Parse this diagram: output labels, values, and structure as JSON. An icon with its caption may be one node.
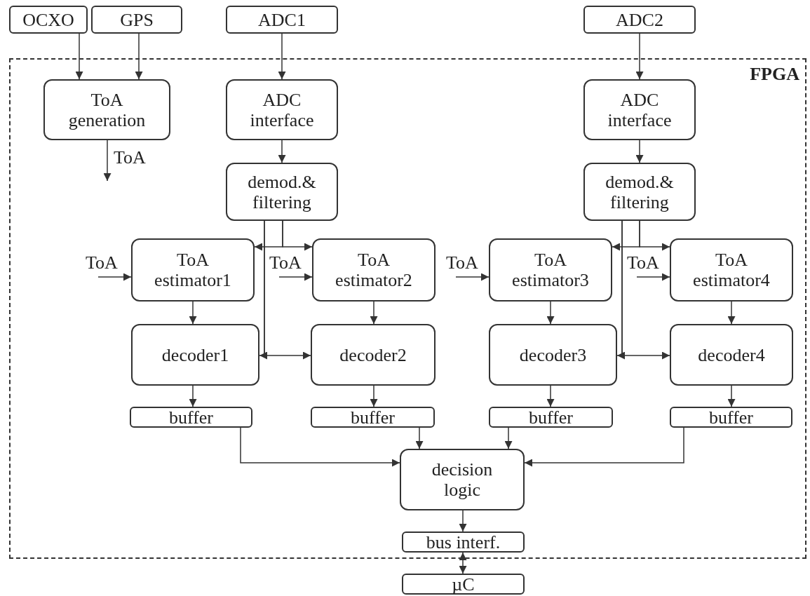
{
  "diagram": {
    "nodes": [
      {
        "text": [
          "OCXO"
        ]
      },
      {
        "text": [
          "GPS"
        ]
      },
      {
        "text": [
          "ADC1"
        ]
      },
      {
        "text": [
          "ADC2"
        ]
      },
      {
        "text": [
          "FPGA"
        ]
      },
      {
        "text": [
          "ToA generation"
        ],
        "in": 4
      },
      {
        "text": [
          "ADC interface"
        ],
        "in": 4
      },
      {
        "text": [
          "ADC interface"
        ],
        "in": 4
      },
      {
        "text": [
          "demod.& filtering"
        ],
        "in": 4
      },
      {
        "text": [
          "demod.& filtering"
        ],
        "in": 4
      },
      {
        "text": [
          "ToA estimator1"
        ],
        "in": 4
      },
      {
        "text": [
          "ToA estimator2"
        ],
        "in": 4
      },
      {
        "text": [
          "ToA estimator3"
        ],
        "in": 4
      },
      {
        "text": [
          "ToA estimator4"
        ],
        "in": 4
      },
      {
        "text": [
          "decoder1"
        ],
        "in": 4
      },
      {
        "text": [
          "decoder2"
        ],
        "in": 4
      },
      {
        "text": [
          "decoder3"
        ],
        "in": 4
      },
      {
        "text": [
          "decoder4"
        ],
        "in": 4
      },
      {
        "text": [
          "buffer"
        ],
        "in": 4
      },
      {
        "text": [
          "buffer"
        ],
        "in": 4
      },
      {
        "text": [
          "buffer"
        ],
        "in": 4
      },
      {
        "text": [
          "buffer"
        ],
        "in": 4
      },
      {
        "text": [
          "decision logic"
        ],
        "in": 4
      },
      {
        "text": [
          "bus interf."
        ],
        "in": 4
      },
      {
        "text": [
          "µC"
        ]
      }
    ],
    "edges": [
      {
        "from": 0,
        "to": 5,
        "arrow": "to"
      },
      {
        "from": 1,
        "to": 5,
        "arrow": "to"
      },
      {
        "from": 2,
        "to": 6,
        "arrow": "to"
      },
      {
        "from": 3,
        "to": 7,
        "arrow": "to"
      },
      {
        "from": 6,
        "to": 8,
        "arrow": "to"
      },
      {
        "from": 7,
        "to": 9,
        "arrow": "to"
      },
      {
        "from": 5,
        "to": null,
        "arrow": "to",
        "label": "ToA"
      },
      {
        "from": 8,
        "to": 10,
        "arrow": "to"
      },
      {
        "from": 8,
        "to": 11,
        "arrow": "to"
      },
      {
        "from": 8,
        "to": 14,
        "arrow": "to"
      },
      {
        "from": 8,
        "to": 15,
        "arrow": "to"
      },
      {
        "from": 9,
        "to": 12,
        "arrow": "to"
      },
      {
        "from": 9,
        "to": 13,
        "arrow": "to"
      },
      {
        "from": 9,
        "to": 16,
        "arrow": "to"
      },
      {
        "from": 9,
        "to": 17,
        "arrow": "to"
      },
      {
        "from": null,
        "to": 10,
        "arrow": "to",
        "label": "ToA"
      },
      {
        "from": null,
        "to": 11,
        "arrow": "to",
        "label": "ToA"
      },
      {
        "from": null,
        "to": 12,
        "arrow": "to",
        "label": "ToA"
      },
      {
        "from": null,
        "to": 13,
        "arrow": "to",
        "label": "ToA"
      },
      {
        "from": 10,
        "to": 14,
        "arrow": "to"
      },
      {
        "from": 11,
        "to": 15,
        "arrow": "to"
      },
      {
        "from": 12,
        "to": 16,
        "arrow": "to"
      },
      {
        "from": 13,
        "to": 17,
        "arrow": "to"
      },
      {
        "from": 14,
        "to": 18,
        "arrow": "to"
      },
      {
        "from": 15,
        "to": 19,
        "arrow": "to"
      },
      {
        "from": 16,
        "to": 20,
        "arrow": "to"
      },
      {
        "from": 17,
        "to": 21,
        "arrow": "to"
      },
      {
        "from": 18,
        "to": 22,
        "arrow": "to"
      },
      {
        "from": 19,
        "to": 22,
        "arrow": "to"
      },
      {
        "from": 20,
        "to": 22,
        "arrow": "to"
      },
      {
        "from": 21,
        "to": 22,
        "arrow": "to"
      },
      {
        "from": 22,
        "to": 23,
        "arrow": "to"
      },
      {
        "from": 23,
        "to": 24,
        "arrow": "both"
      }
    ]
  }
}
